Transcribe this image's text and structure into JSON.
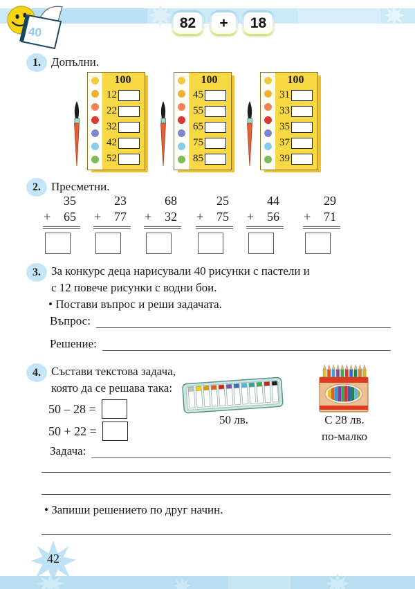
{
  "header": {
    "book_badge": "40",
    "equation": {
      "operand1": "82",
      "operator": "+",
      "operand2": "18"
    }
  },
  "ex1": {
    "number": "1.",
    "title": "Допълни.",
    "panels": [
      {
        "header": "100",
        "rows": [
          "12",
          "22",
          "32",
          "42",
          "52"
        ]
      },
      {
        "header": "100",
        "rows": [
          "45",
          "55",
          "65",
          "75",
          "85"
        ]
      },
      {
        "header": "100",
        "rows": [
          "31",
          "33",
          "35",
          "37",
          "39"
        ]
      }
    ]
  },
  "ex2": {
    "number": "2.",
    "title": "Пресметни.",
    "problems": [
      {
        "addend1": "35",
        "addend2": "65"
      },
      {
        "addend1": "23",
        "addend2": "77"
      },
      {
        "addend1": "68",
        "addend2": "32"
      },
      {
        "addend1": "25",
        "addend2": "75"
      },
      {
        "addend1": "44",
        "addend2": "56"
      },
      {
        "addend1": "29",
        "addend2": "71"
      }
    ]
  },
  "ex3": {
    "number": "3.",
    "line1": "За конкурс деца нарисували 40 рисунки с пастели и",
    "line2": "с 12 повече рисунки с водни бои.",
    "bullet": "• Постави въпрос и реши задачата.",
    "question_label": "Въпрос:",
    "solution_label": "Решение:"
  },
  "ex4": {
    "number": "4.",
    "line1": "Състави текстова задача,",
    "line2": "която да се решава така:",
    "equation1": "50 – 28 =",
    "equation2": "50 + 22 =",
    "task_label": "Задача:",
    "paints_price": "50 лв.",
    "pencils_price_line1": "С 28 лв.",
    "pencils_price_line2": "по-малко",
    "bullet": "• Запиши решението по друг начин."
  },
  "footer": {
    "page_number": "42"
  },
  "colors": {
    "strip_blue": "#cce9f8",
    "bottom_strip_blue": "#b9ddf1",
    "marker_blue": "#c5e6f7",
    "panel_yellow": "#f8d845",
    "panel_shadow": "#ecc131",
    "chip_top": "#9fd4ee",
    "chip_bottom": "#cfe06a"
  }
}
